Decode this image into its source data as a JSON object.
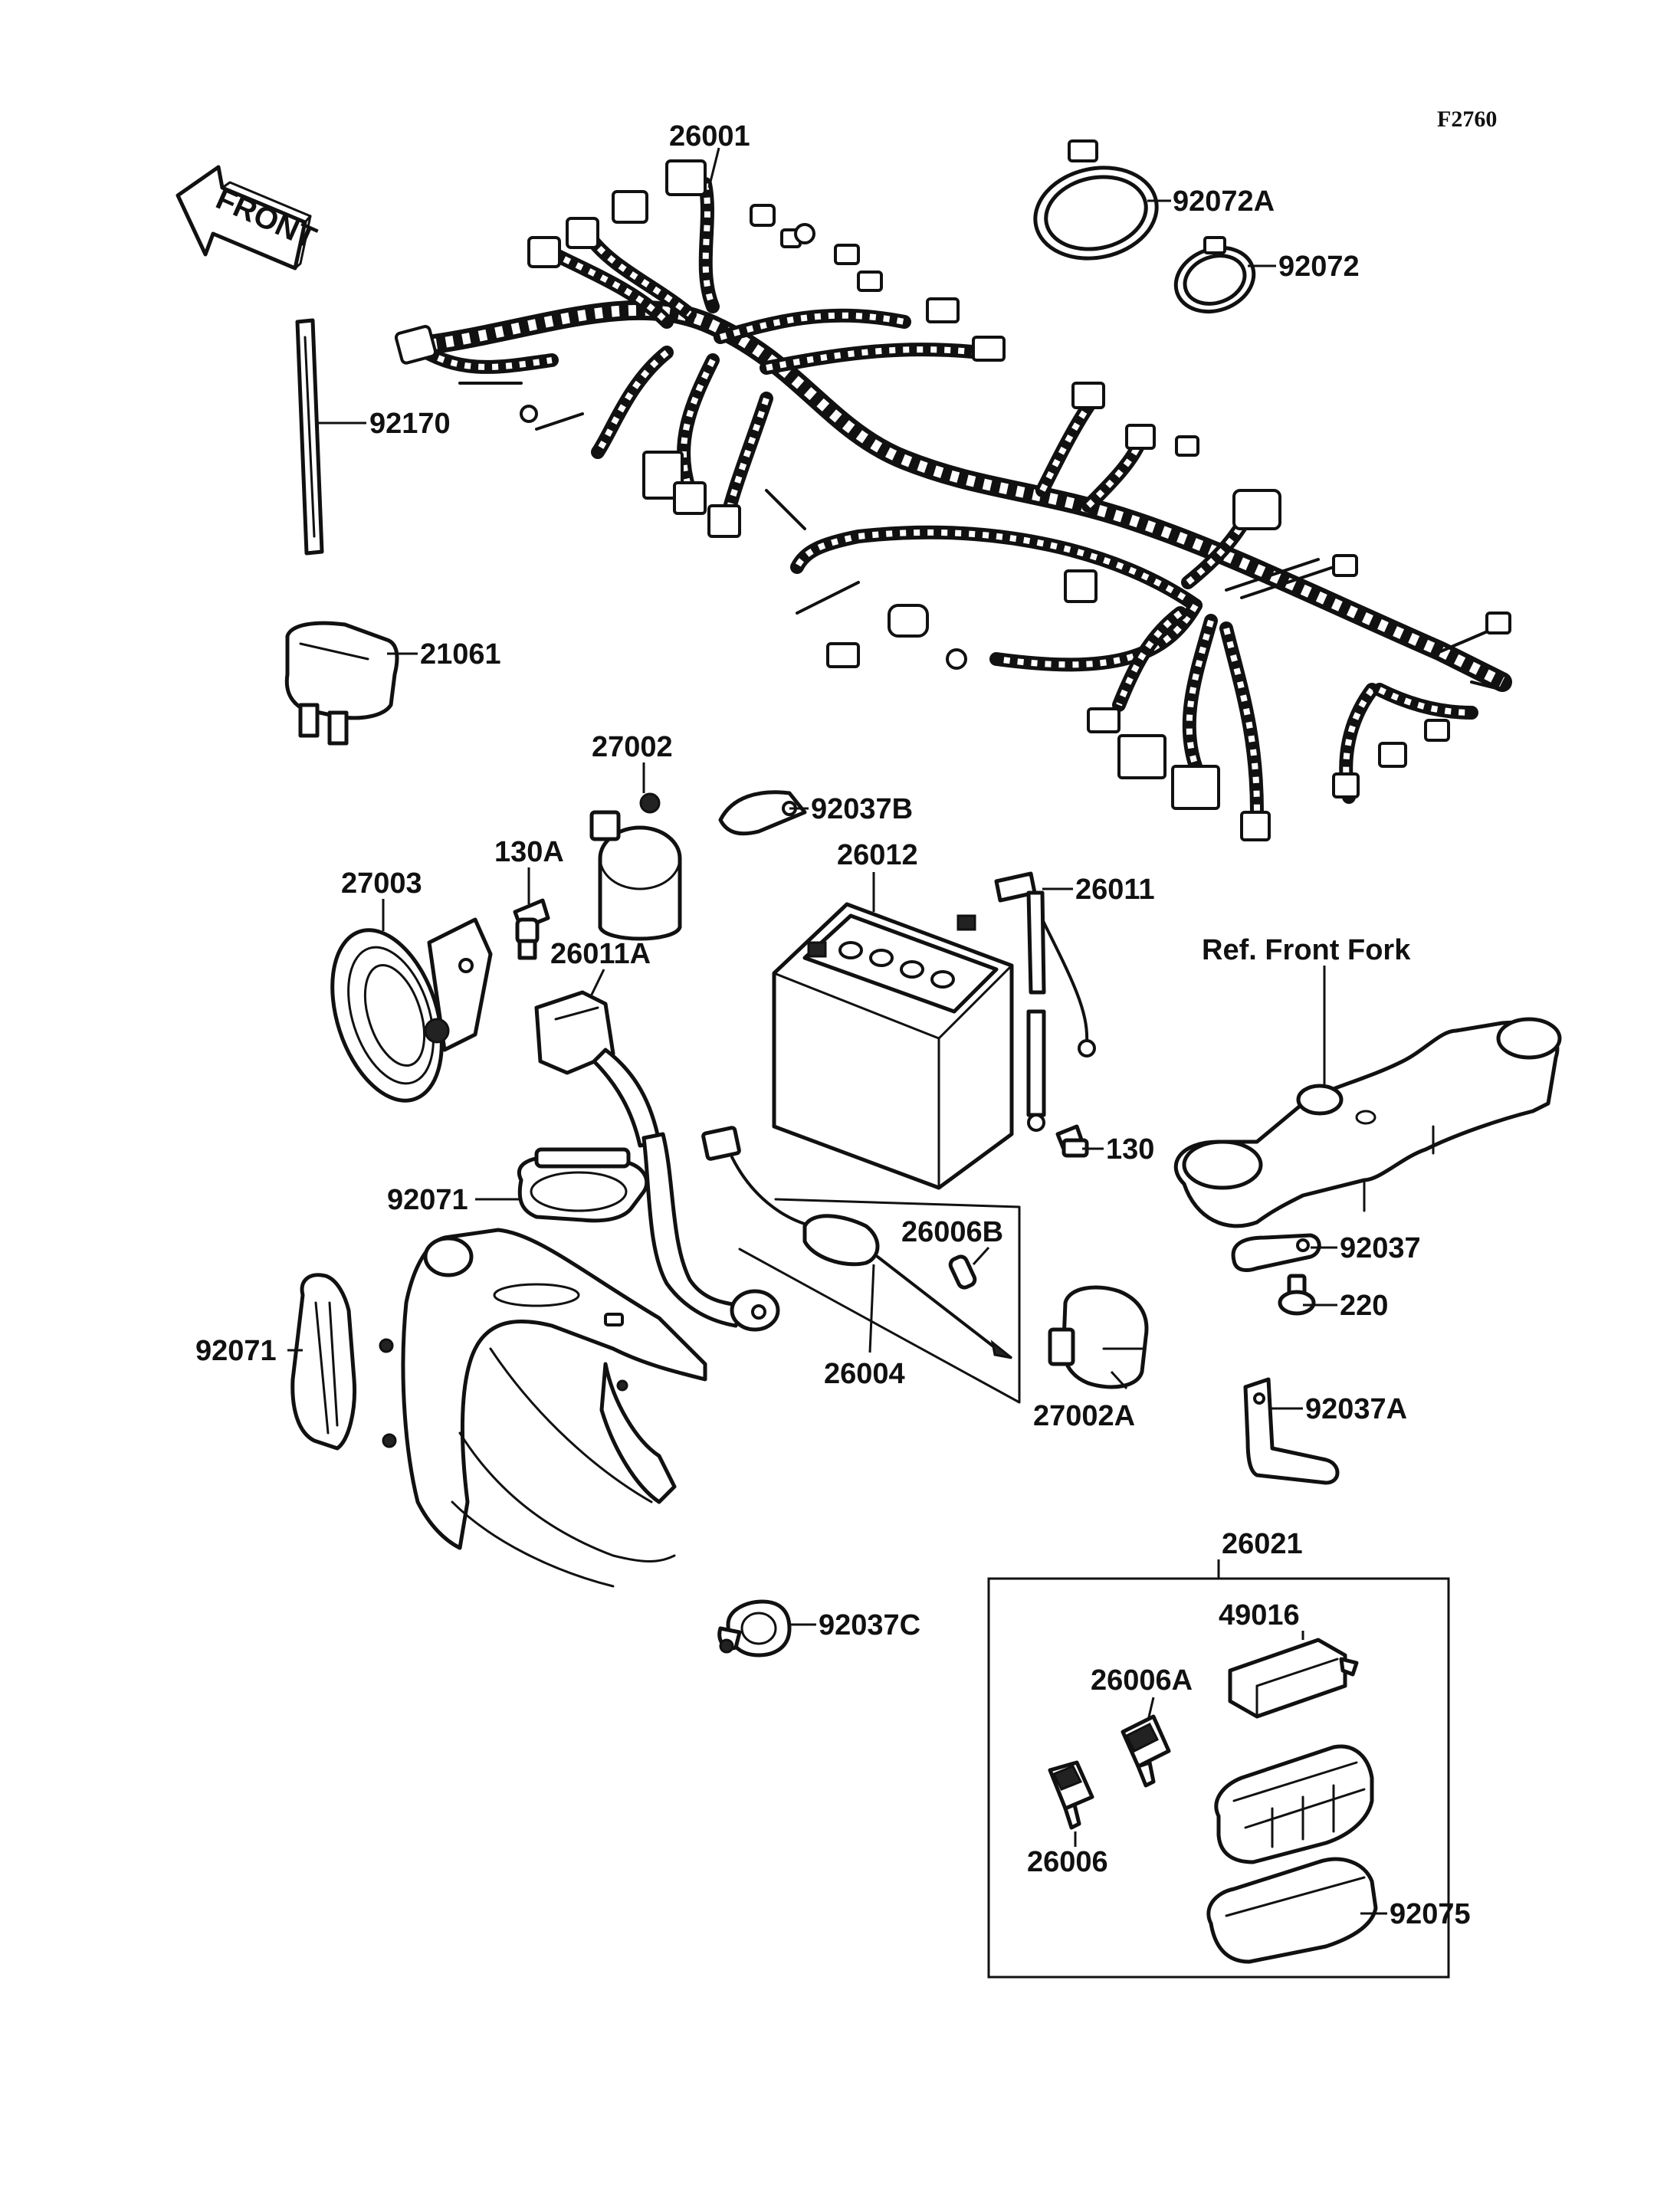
{
  "figure_code": "F2760",
  "front_arrow": {
    "text": "FRONT",
    "icon": "front-arrow-icon"
  },
  "reference_note": "Ref. Front Fork",
  "group_box_label": "26021",
  "parts": [
    {
      "id": "p26001",
      "number": "26001",
      "name": "wire-harness"
    },
    {
      "id": "p92072A",
      "number": "92072A",
      "name": "band-large"
    },
    {
      "id": "p92072",
      "number": "92072",
      "name": "band-small"
    },
    {
      "id": "p92170",
      "number": "92170",
      "name": "strap"
    },
    {
      "id": "p21061",
      "number": "21061",
      "name": "relay"
    },
    {
      "id": "p27002",
      "number": "27002",
      "name": "relay-assy"
    },
    {
      "id": "p92037B",
      "number": "92037B",
      "name": "clamp-b"
    },
    {
      "id": "p26012",
      "number": "26012",
      "name": "battery"
    },
    {
      "id": "p26011",
      "number": "26011",
      "name": "lead-battery-negative"
    },
    {
      "id": "p27003",
      "number": "27003",
      "name": "horn"
    },
    {
      "id": "p130A",
      "number": "130A",
      "name": "bolt-a"
    },
    {
      "id": "p26011A",
      "number": "26011A",
      "name": "lead-battery-positive"
    },
    {
      "id": "p130",
      "number": "130",
      "name": "bolt"
    },
    {
      "id": "p92071a",
      "number": "92071",
      "name": "rubber-cover-top"
    },
    {
      "id": "p92071b",
      "number": "92071",
      "name": "rubber-cover-side"
    },
    {
      "id": "p26006B",
      "number": "26006B",
      "name": "fuse-b"
    },
    {
      "id": "p26004",
      "number": "26004",
      "name": "lead-fuse"
    },
    {
      "id": "p27002A",
      "number": "27002A",
      "name": "relay-starter"
    },
    {
      "id": "p92037",
      "number": "92037",
      "name": "clamp"
    },
    {
      "id": "p220",
      "number": "220",
      "name": "screw"
    },
    {
      "id": "p92037A",
      "number": "92037A",
      "name": "clamp-a"
    },
    {
      "id": "p92037C",
      "number": "92037C",
      "name": "clamp-c"
    },
    {
      "id": "p49016",
      "number": "49016",
      "name": "cover-fuse-box"
    },
    {
      "id": "p26006A",
      "number": "26006A",
      "name": "fuse-a"
    },
    {
      "id": "p26006",
      "number": "26006",
      "name": "fuse"
    },
    {
      "id": "p92075",
      "number": "92075",
      "name": "holder-fuse-box"
    }
  ]
}
